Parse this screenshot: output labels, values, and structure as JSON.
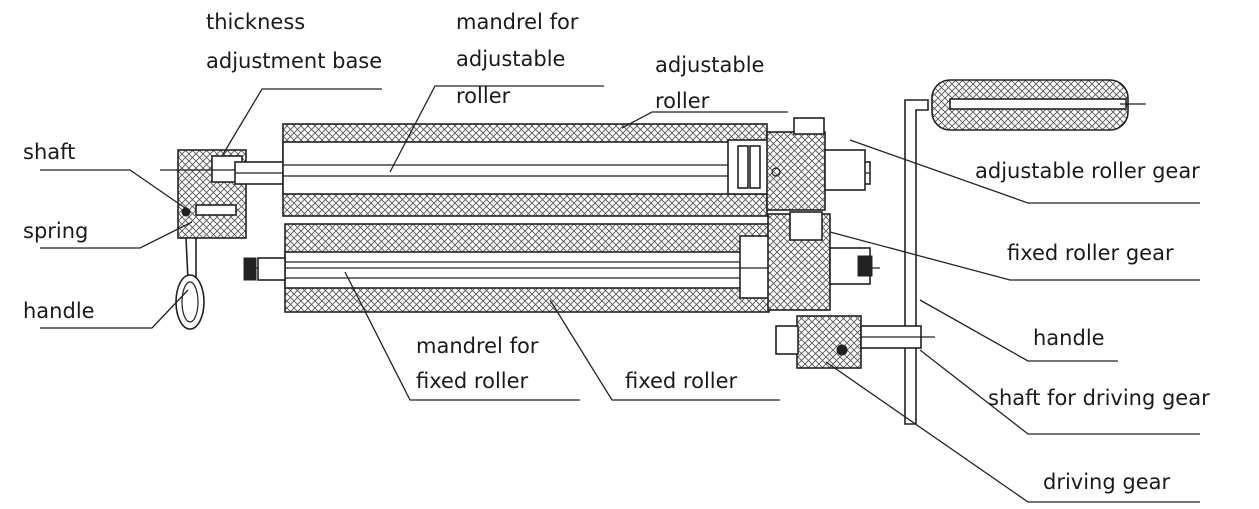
{
  "labels": {
    "thickness_adjustment_base": [
      "thickness",
      "adjustment base"
    ],
    "mandrel_adjustable": [
      "mandrel for",
      "adjustable",
      "roller"
    ],
    "adjustable_roller": [
      "adjustable",
      "roller"
    ],
    "shaft": "shaft",
    "spring": "spring",
    "handle_left": "handle",
    "adjustable_roller_gear": "adjustable roller gear",
    "fixed_roller_gear": "fixed roller gear",
    "handle_right": "handle",
    "mandrel_fixed": [
      "mandrel for",
      "fixed roller"
    ],
    "fixed_roller": "fixed roller",
    "shaft_driving_gear": "shaft for driving gear",
    "driving_gear": "driving gear"
  }
}
